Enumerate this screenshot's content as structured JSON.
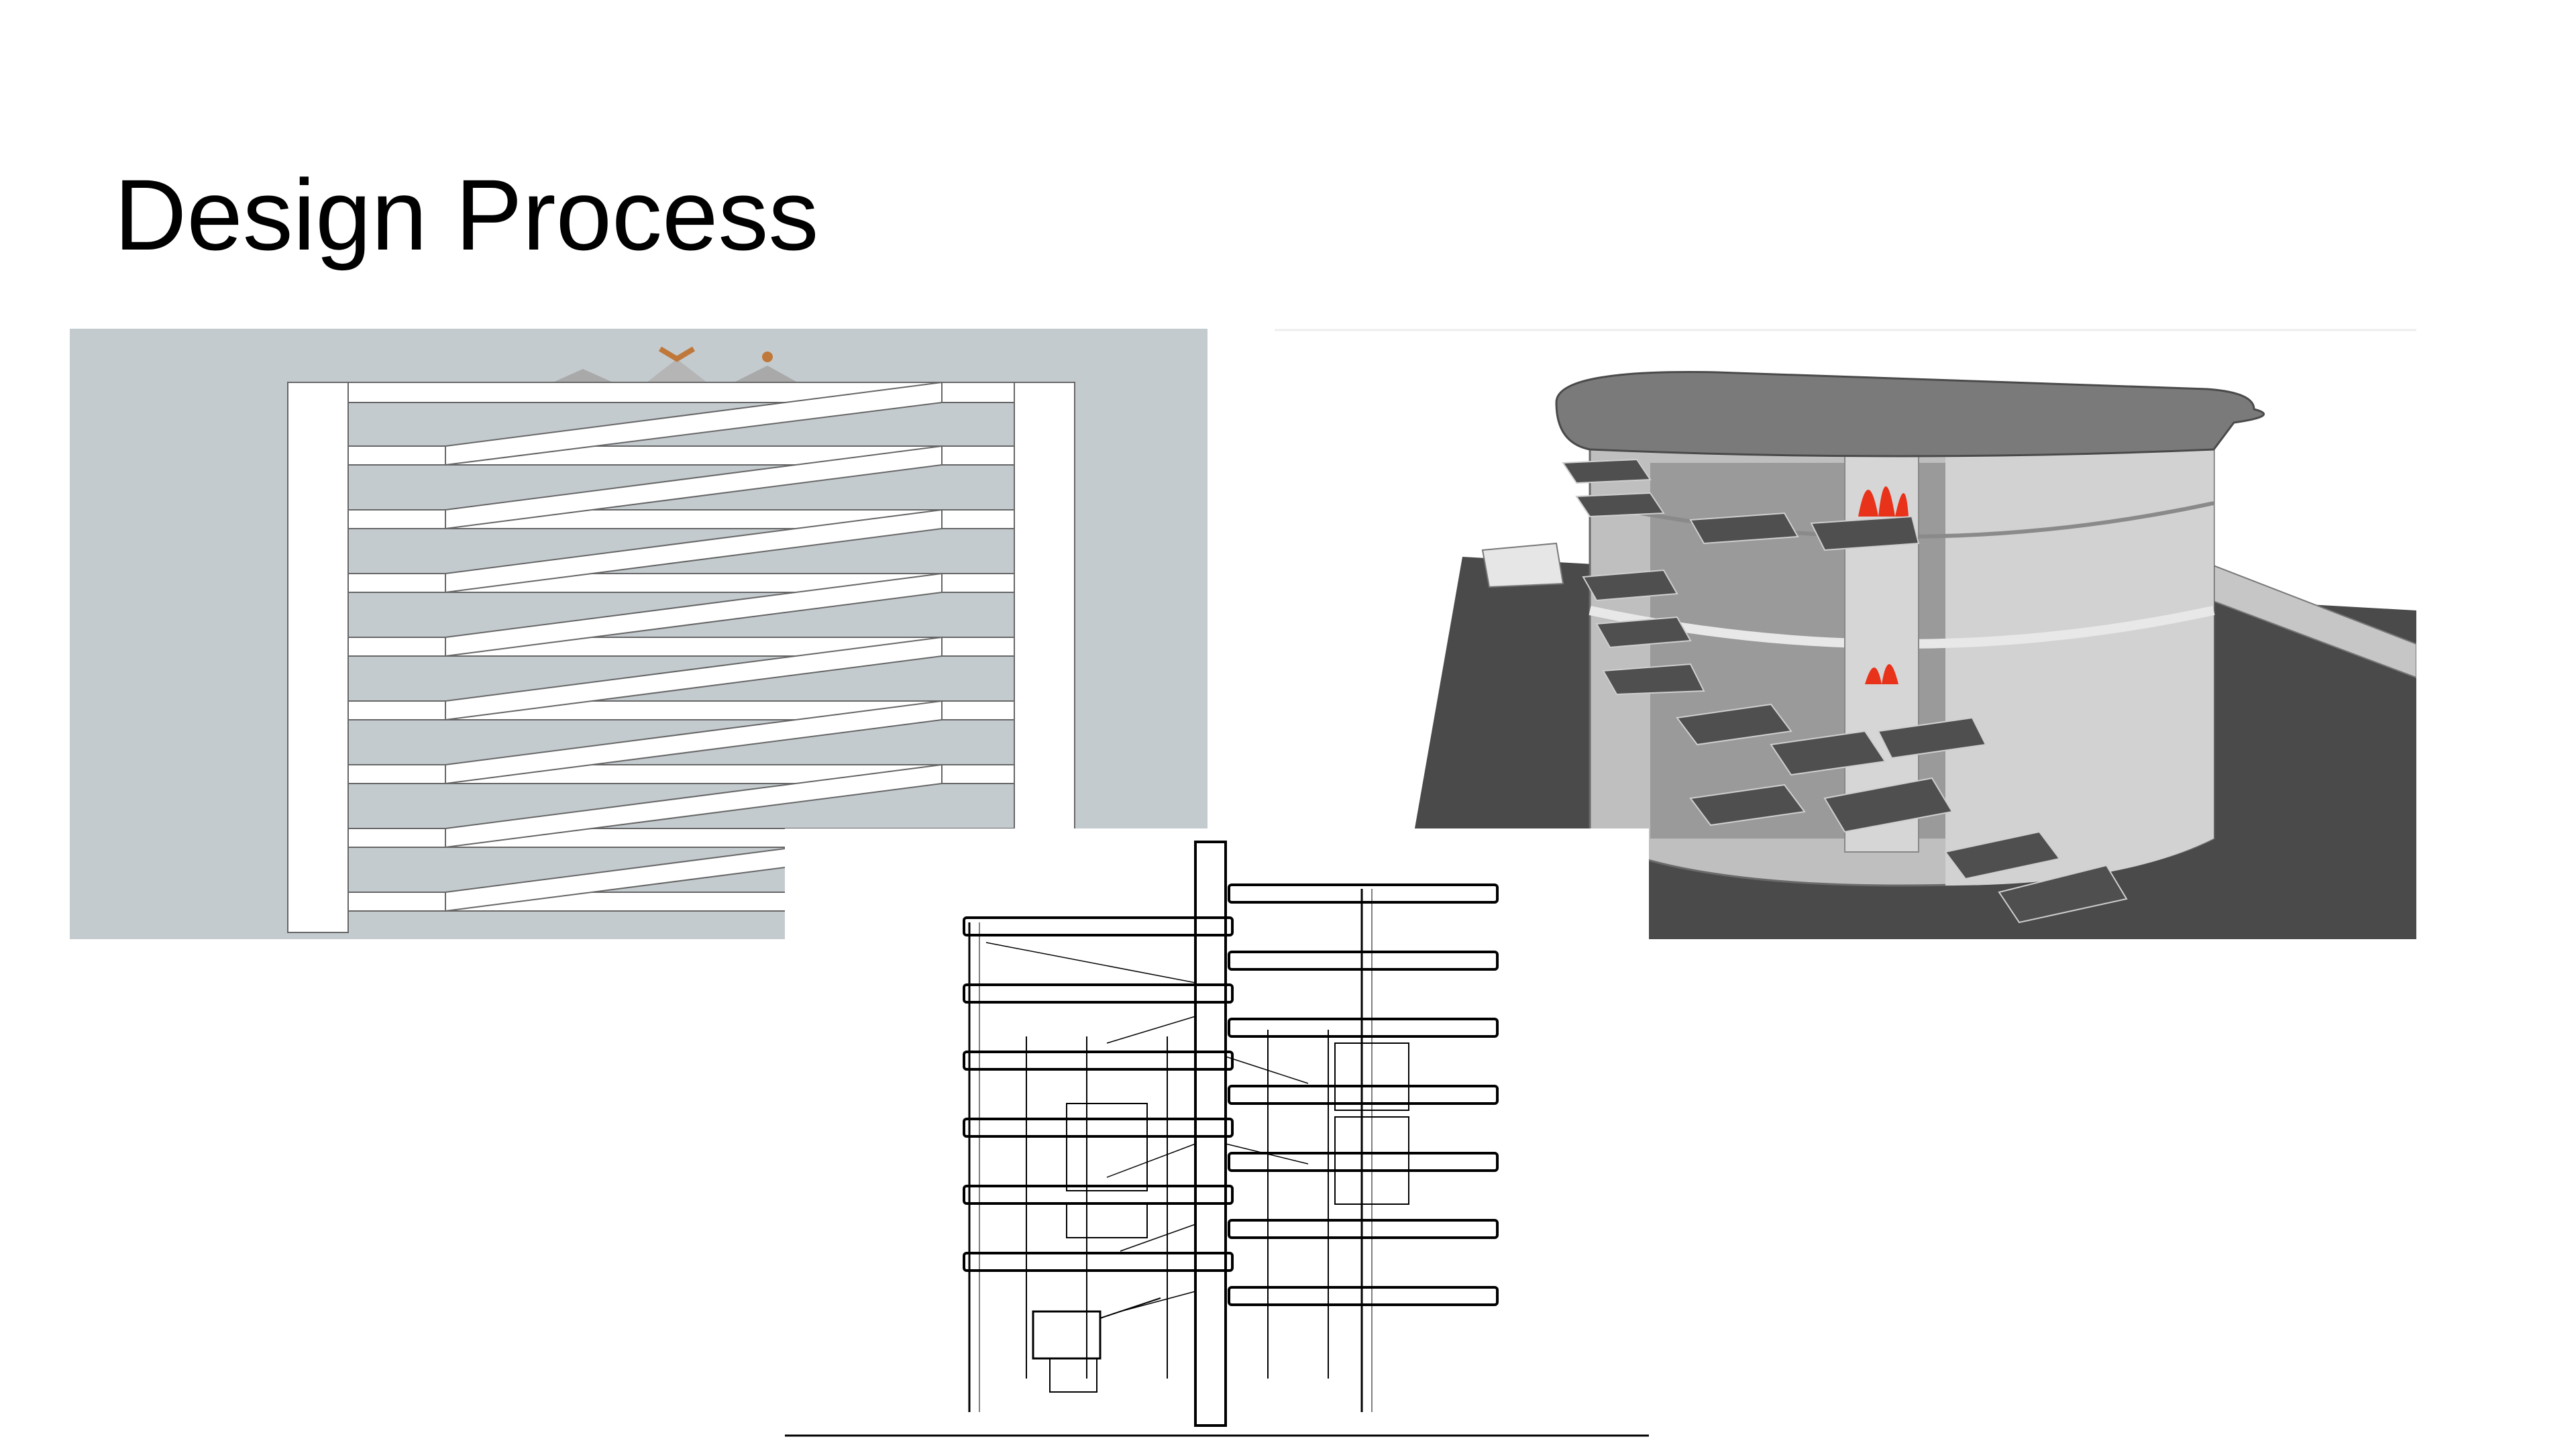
{
  "slide": {
    "title": "Design Process"
  },
  "images": {
    "ramp_elevation": {
      "description_icon": "spiral-ramp-elevation-image"
    },
    "render_3d": {
      "description_icon": "cylindrical-tower-render-image"
    },
    "section_drawing": {
      "description_icon": "building-section-line-drawing-image"
    }
  },
  "colors": {
    "ramp_background": "#c4cbcf",
    "slab_white": "#ffffff",
    "render_dark": "#4a4a4a",
    "render_mid": "#bdbdbd",
    "fire_red": "#e8321a",
    "line": "#000000"
  }
}
